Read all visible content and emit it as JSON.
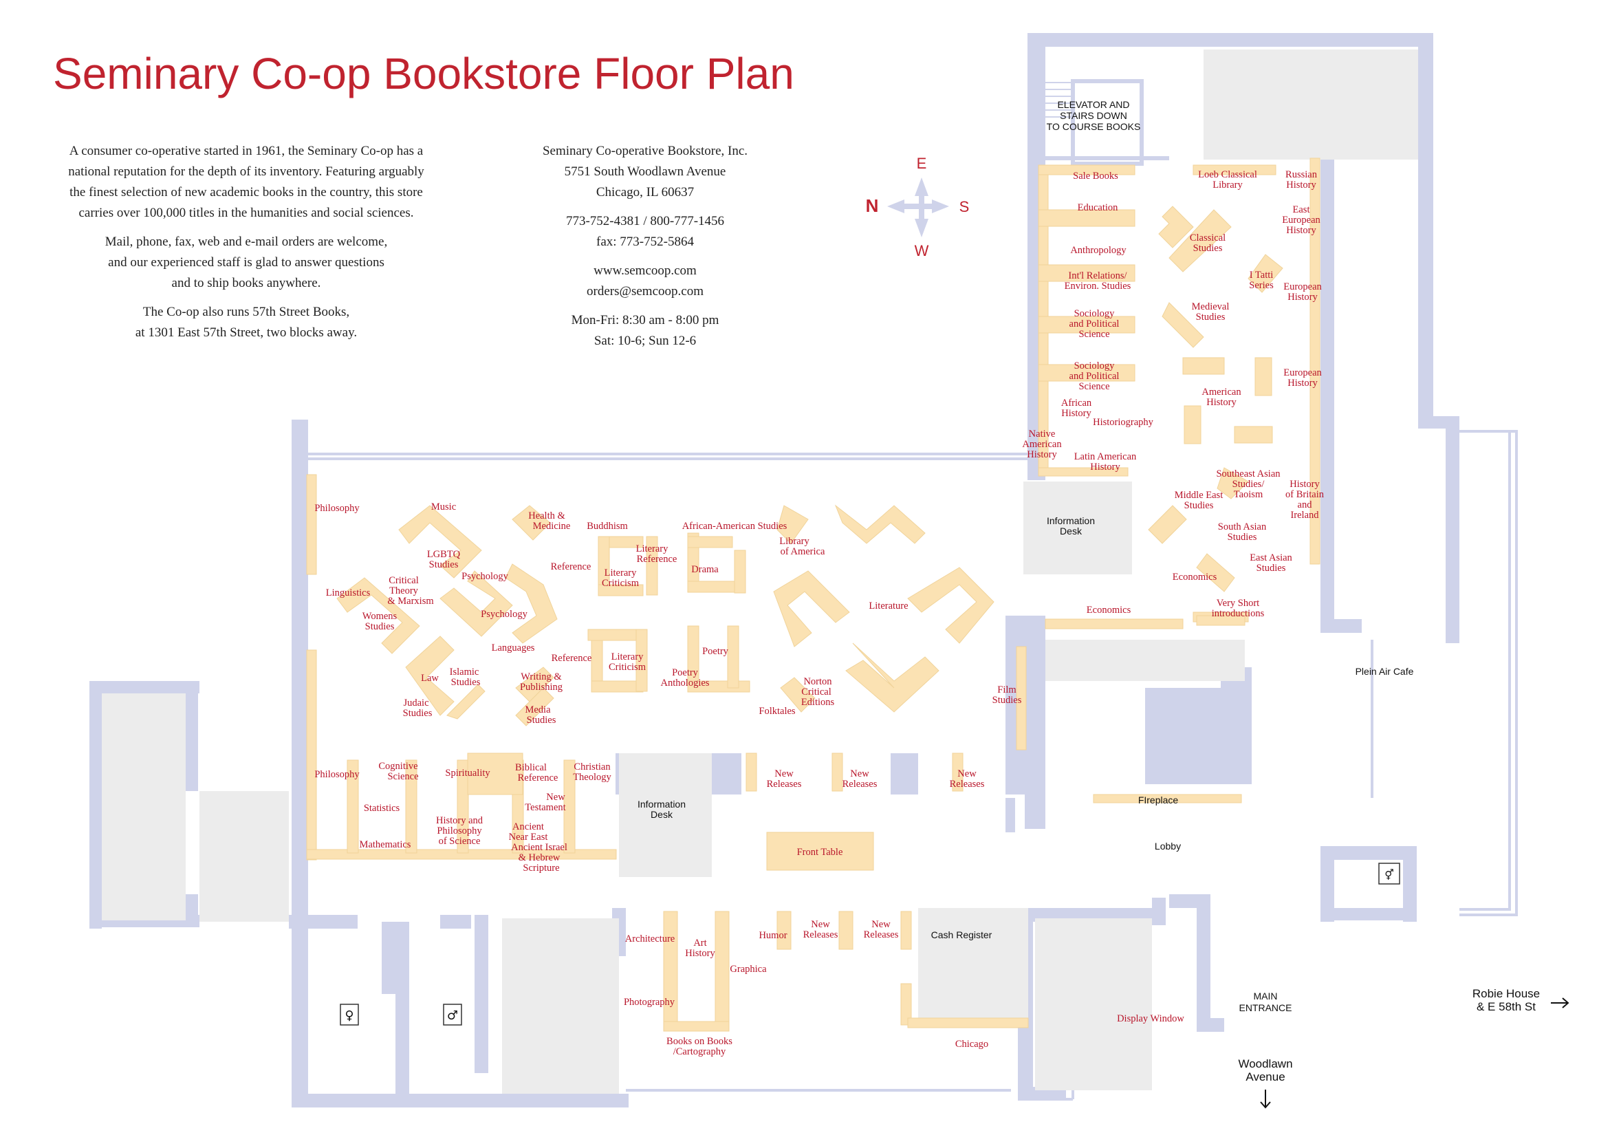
{
  "title": "Seminary Co-op Bookstore Floor Plan",
  "description": [
    "A consumer co-operative started in 1961, the Seminary Co-op has a",
    "national reputation for the depth of its inventory. Featuring arguably",
    "the finest selection of new academic books in the country, this store",
    "carries over 100,000 titles in the humanities and social sciences.",
    "Mail, phone, fax, web and e-mail orders are welcome,",
    "and our experienced staff is glad to answer questions",
    "and to ship books anywhere.",
    "The Co-op also runs 57th Street Books,",
    "at 1301 East 57th Street, two blocks away."
  ],
  "contact": {
    "name": "Seminary Co-operative Bookstore, Inc.",
    "street": "5751 South Woodlawn Avenue",
    "city": "Chicago, IL 60637",
    "phone": "773-752-4381 / 800-777-1456",
    "fax": "fax: 773-752-5864",
    "web": "www.semcoop.com",
    "email": "orders@semcoop.com",
    "hours_weekday": "Mon-Fri: 8:30 am - 8:00 pm",
    "hours_weekend": "Sat: 10-6;   Sun 12-6"
  },
  "compass": {
    "n": "N",
    "e": "E",
    "s": "S",
    "w": "W"
  },
  "section_labels": [
    "Philosophy",
    "Music",
    "Health &",
    "Medicine",
    "Buddhism",
    "African-American Studies",
    "Library",
    "of America",
    "Literary",
    "Reference",
    "LGBTQ",
    "Studies",
    "Psychology",
    "Reference",
    "Literary",
    "Criticism",
    "Drama",
    "Linguistics",
    "Critical",
    "Theory",
    "& Marxism",
    "Womens",
    "Studies",
    "Psychology",
    "Literature",
    "Languages",
    "Reference",
    "Literary",
    "Criticism",
    "Poetry",
    "Islamic",
    "Studies",
    "Law",
    "Writing &",
    "Publishing",
    "Poetry",
    "Anthologies",
    "Norton",
    "Critical",
    "Editions",
    "Judaic",
    "Studies",
    "Media",
    "Studies",
    "Folktales",
    "Film",
    "Studies",
    "Philosophy",
    "Cognitive",
    "Science",
    "Spirituality",
    "Biblical",
    "Reference",
    "Christian",
    "Theology",
    "New",
    "Releases",
    "New",
    "Releases",
    "New",
    "Releases",
    "New",
    "Testament",
    "Statistics",
    "History and",
    "Philosophy",
    "of Science",
    "Ancient",
    "Near East",
    "Mathematics",
    "Ancient Israel",
    "& Hebrew",
    "Scripture",
    "Front Table",
    "Architecture",
    "Art",
    "History",
    "Humor",
    "New",
    "Releases",
    "New",
    "Releases",
    "Graphica",
    "Photography",
    "Books on Books",
    "/Cartography",
    "Chicago",
    "Display Window",
    "Sale Books",
    "Education",
    "Anthropology",
    "Int'l Relations/",
    "Environ. Studies",
    "Sociology",
    "and Political",
    "Science",
    "Sociology",
    "and Political",
    "Science",
    "African",
    "History",
    "Historiography",
    "Native",
    "American",
    "History",
    "Latin American",
    "History",
    "Loeb Classical",
    "Library",
    "Russian",
    "History",
    "East",
    "European",
    "History",
    "Classical",
    "Studies",
    "I Tatti",
    "Series",
    "European",
    "History",
    "Medieval",
    "Studies",
    "European",
    "History",
    "American",
    "History",
    "Southeast Asian",
    "Studies/",
    "Taoism",
    "History",
    "of Britain",
    "and",
    "Ireland",
    "Middle East",
    "Studies",
    "South Asian",
    "Studies",
    "East Asian",
    "Studies",
    "Economics",
    "Very Short",
    "introductions",
    "Economics"
  ],
  "place_labels": [
    "ELEVATOR AND",
    "STAIRS DOWN",
    "TO COURSE BOOKS",
    "Information",
    "Desk",
    "Information",
    "Desk",
    "Plein Air Cafe",
    "FIreplace",
    "Lobby",
    "Cash Register",
    "MAIN",
    "ENTRANCE"
  ],
  "streets": {
    "woodlawn": [
      "Woodlawn",
      "Avenue"
    ],
    "robie": [
      "Robie House",
      "& E 58th St"
    ]
  },
  "icons": [
    "restroom-women-icon",
    "restroom-men-icon",
    "restroom-unisex-icon",
    "arrow-down-icon",
    "arrow-right-icon",
    "compass-icon"
  ],
  "colors": {
    "title": "#c0232f",
    "labels": "#b8152a",
    "walls": "#cfd3ea",
    "shelves": "#fbe2b3",
    "rooms": "#ececec"
  }
}
